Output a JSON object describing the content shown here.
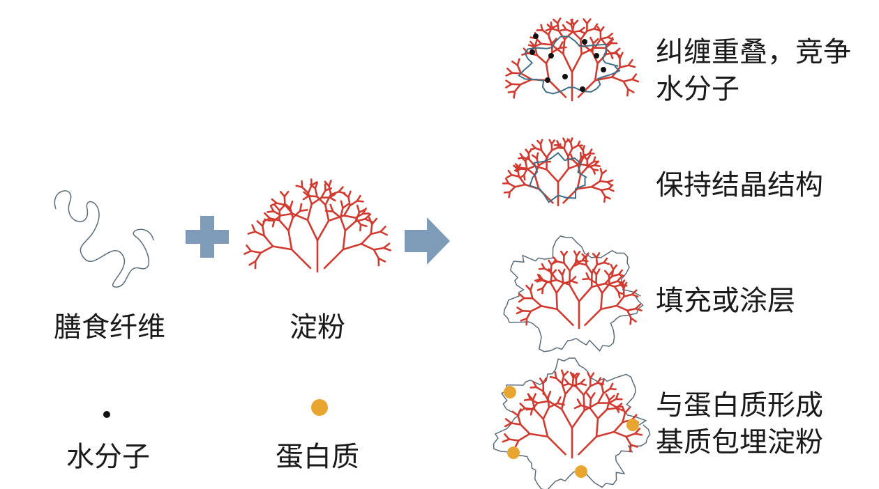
{
  "left": {
    "fiber_label": "膳食纤维",
    "starch_label": "淀粉",
    "water_label": "水分子",
    "protein_label": "蛋白质"
  },
  "right": {
    "items": [
      {
        "line1": "纠缠重叠，竞争",
        "line2": "水分子"
      },
      {
        "line1": "保持结晶结构",
        "line2": ""
      },
      {
        "line1": "填充或涂层",
        "line2": ""
      },
      {
        "line1": "与蛋白质形成",
        "line2": "基质包埋淀粉"
      }
    ]
  },
  "colors": {
    "starch": "#d23a30",
    "fiber": "#5a6b7a",
    "arrow": "#7e9cb8",
    "water": "#111111",
    "protein": "#e8a630"
  }
}
